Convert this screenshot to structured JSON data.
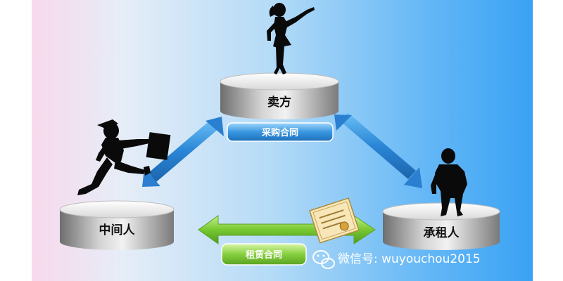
{
  "nodes": {
    "seller": {
      "label": "卖方"
    },
    "intermediary": {
      "label": "中间人"
    },
    "lessee": {
      "label": "承租人"
    }
  },
  "contracts": {
    "purchase": {
      "label": "采购合同",
      "color": "#2f8fd8"
    },
    "lease": {
      "label": "租赁合同",
      "color": "#7cc63a"
    }
  },
  "watermark": {
    "text": "微信号: wuyouchou2015"
  },
  "colors": {
    "blue_arrow": "#2a7fd0",
    "green_arrow": "#6fbe2d",
    "silhouette": "#0a0a0a"
  },
  "icons": {
    "seller": "woman-silhouette",
    "intermediary": "running-man-with-briefcase",
    "lessee": "standing-man-silhouette",
    "contract": "contract-document-icon",
    "wechat": "wechat-icon"
  }
}
